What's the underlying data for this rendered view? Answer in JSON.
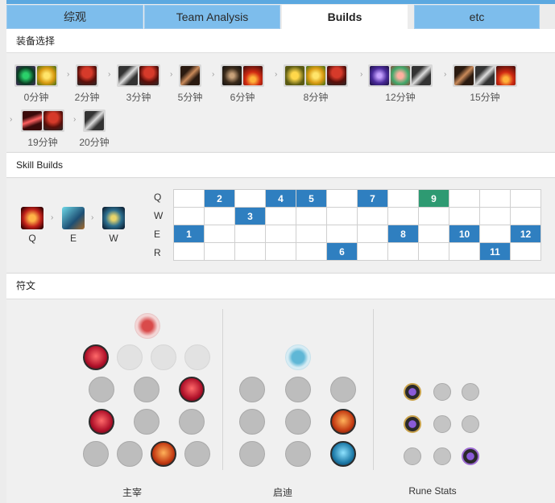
{
  "tabs": [
    {
      "label": "综观",
      "active": false
    },
    {
      "label": "Team Analysis",
      "active": false
    },
    {
      "label": "Builds",
      "active": true
    },
    {
      "label": "etc",
      "active": false
    }
  ],
  "items": {
    "title": "装备选择",
    "groups": [
      {
        "time": "0分钟",
        "icons": [
          "item-green-icon",
          "item-gold-icon"
        ]
      },
      {
        "time": "2分钟",
        "icons": [
          "item-red-mushroom-icon"
        ]
      },
      {
        "time": "3分钟",
        "icons": [
          "item-sword-icon",
          "item-red-mushroom-icon"
        ]
      },
      {
        "time": "5分钟",
        "icons": [
          "item-blade-icon"
        ]
      },
      {
        "time": "6分钟",
        "icons": [
          "item-dark-icon",
          "item-lava-icon"
        ]
      },
      {
        "time": "8分钟",
        "icons": [
          "item-yellow-icon",
          "item-gold-icon",
          "item-red-mushroom-icon"
        ]
      },
      {
        "time": "12分钟",
        "icons": [
          "item-purple-icon",
          "item-pink-icon",
          "item-sword-icon"
        ]
      },
      {
        "time": "15分钟",
        "icons": [
          "item-blade-icon",
          "item-sword-icon",
          "item-lava-icon"
        ]
      },
      {
        "time": "19分钟",
        "icons": [
          "item-scythe-icon",
          "item-red-mushroom-icon"
        ]
      },
      {
        "time": "20分钟",
        "icons": [
          "item-sword-icon"
        ]
      }
    ]
  },
  "skills": {
    "title": "Skill Builds",
    "order": [
      {
        "key": "Q",
        "icon": "skill-q-icon"
      },
      {
        "key": "E",
        "icon": "skill-e-icon"
      },
      {
        "key": "W",
        "icon": "skill-w-icon"
      }
    ],
    "rows": [
      "Q",
      "W",
      "E",
      "R"
    ],
    "levels": [
      {
        "row": "E",
        "n": "1"
      },
      {
        "row": "Q",
        "n": "2"
      },
      {
        "row": "W",
        "n": "3"
      },
      {
        "row": "Q",
        "n": "4"
      },
      {
        "row": "Q",
        "n": "5"
      },
      {
        "row": "R",
        "n": "6"
      },
      {
        "row": "Q",
        "n": "7"
      },
      {
        "row": "E",
        "n": "8"
      },
      {
        "row": "Q",
        "n": "9",
        "highlight": true
      },
      {
        "row": "E",
        "n": "10"
      },
      {
        "row": "R",
        "n": "11"
      },
      {
        "row": "E",
        "n": "12"
      }
    ]
  },
  "runes": {
    "title": "符文",
    "primary_label": "主宰",
    "secondary_label": "启迪",
    "stats_label": "Rune Stats",
    "colors": {
      "accent_blue": "#2f7fc0",
      "accent_green": "#2e9a72",
      "tab_blue": "#7dbdec"
    }
  }
}
